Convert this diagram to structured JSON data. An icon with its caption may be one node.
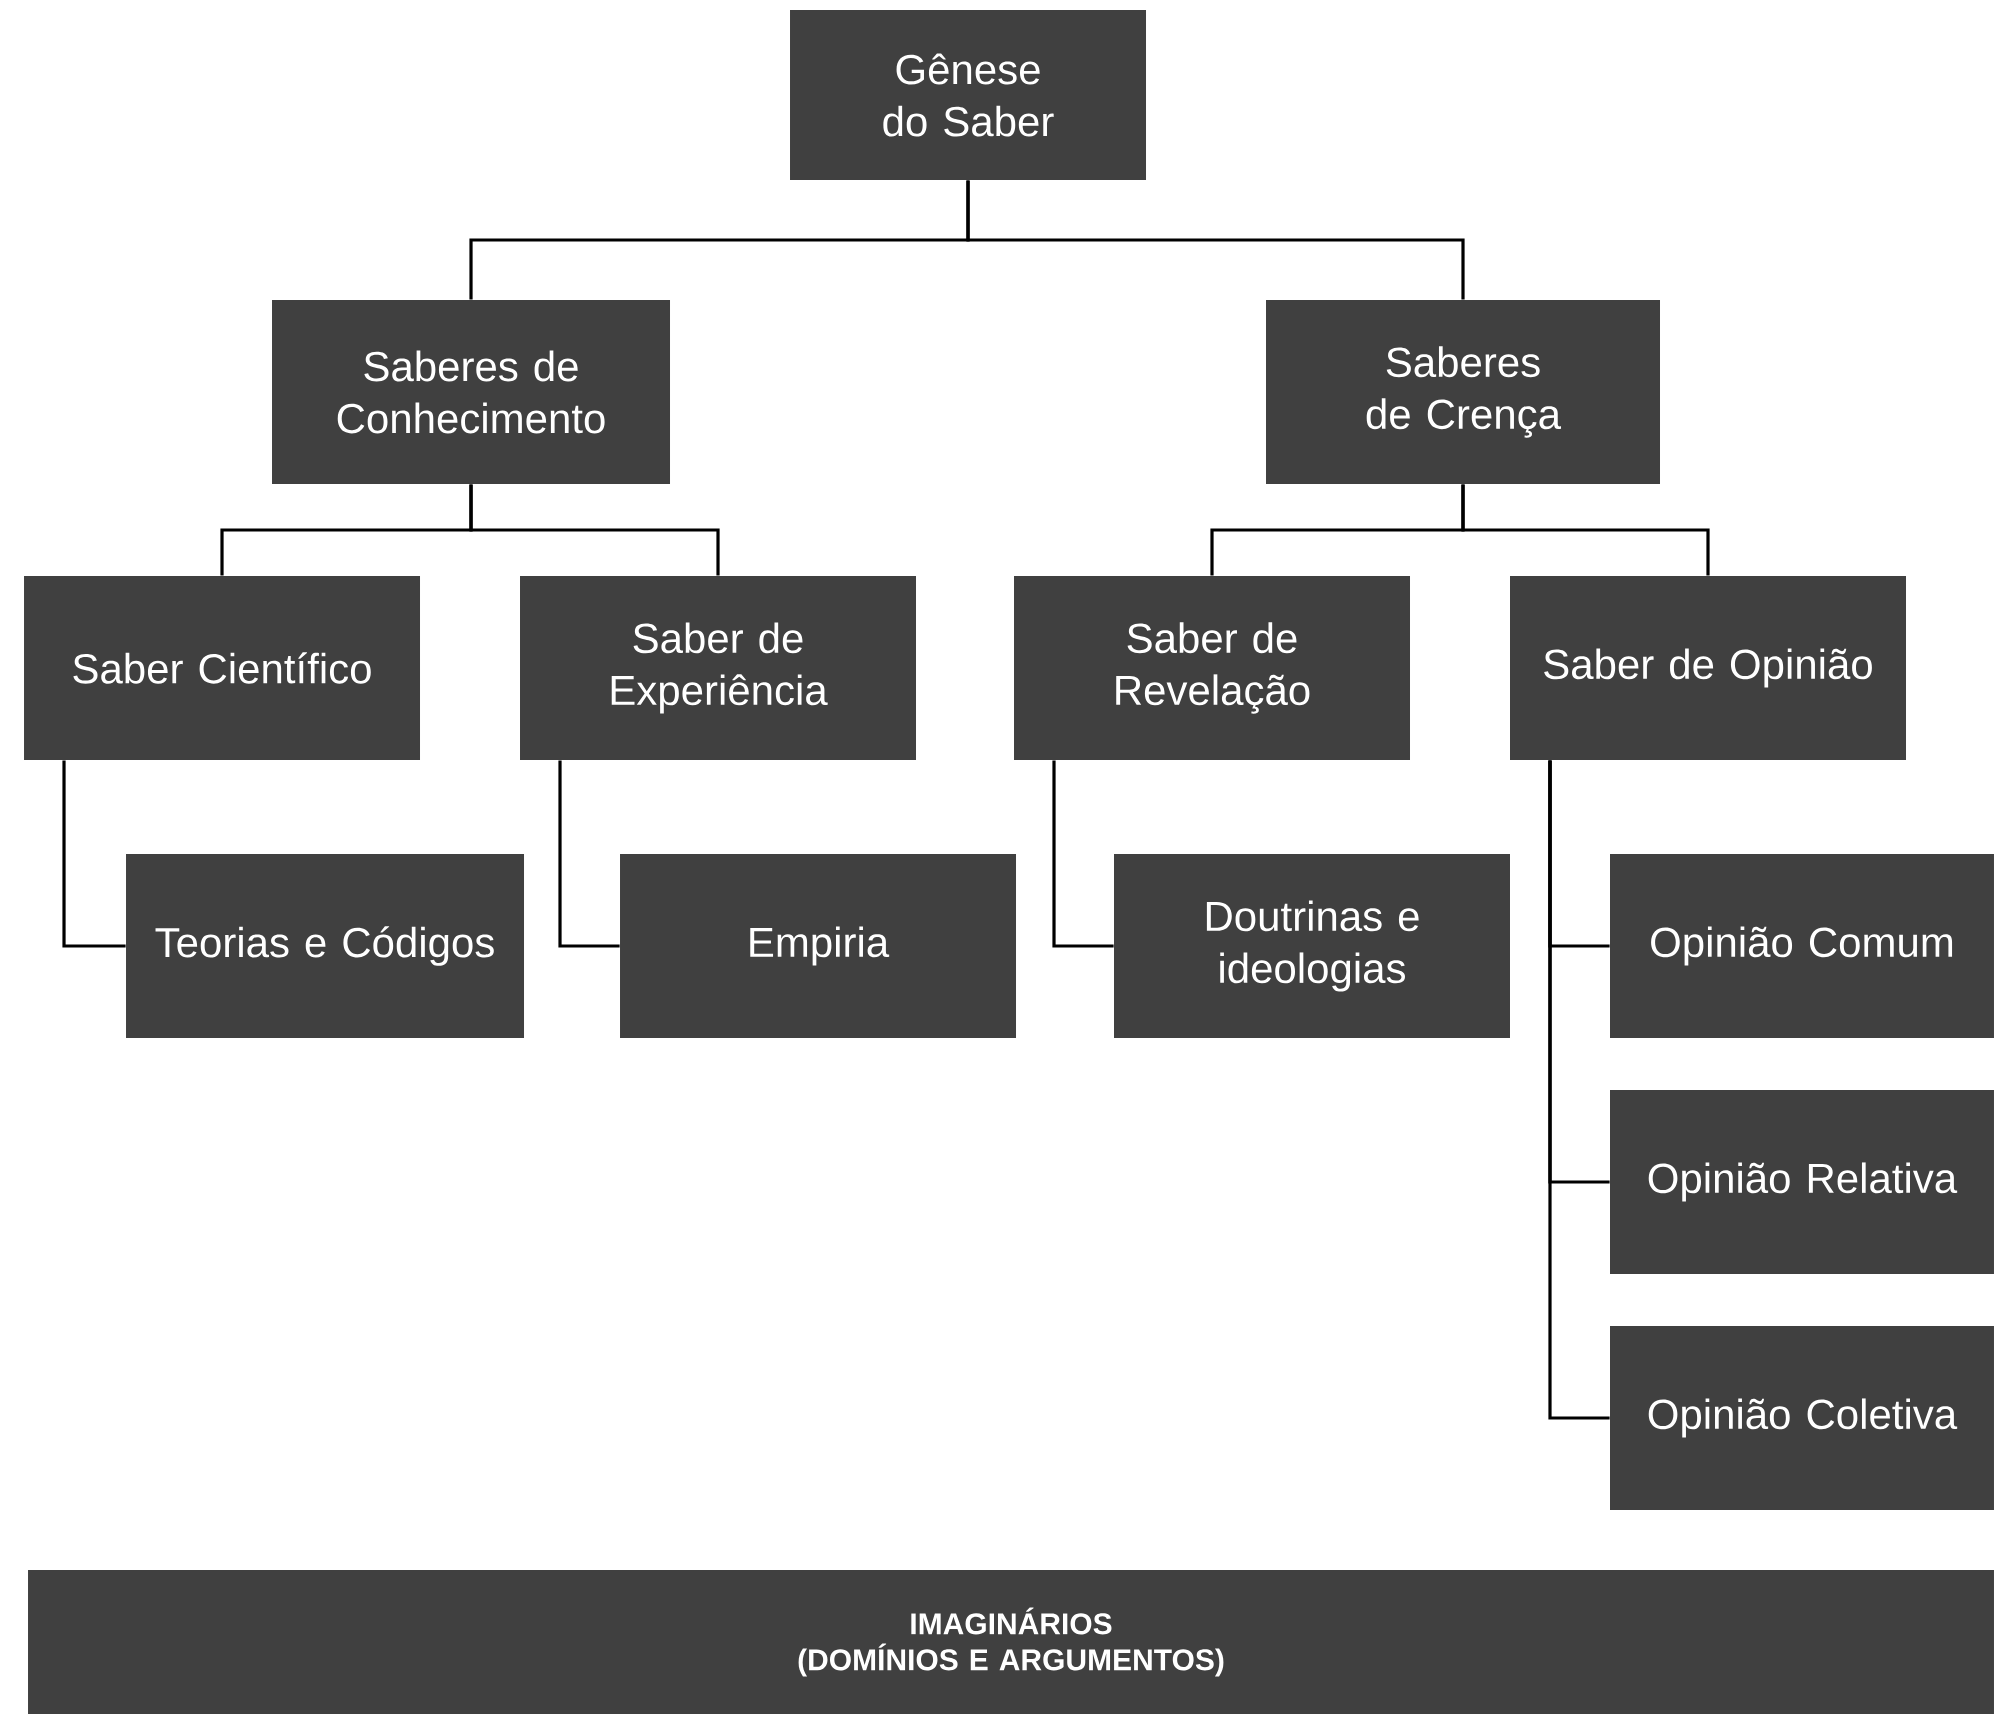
{
  "diagram": {
    "nodes": [
      {
        "text": [
          "Gênese do Saber"
        ]
      },
      {
        "text": [
          "Saberes de Conhecimento"
        ]
      },
      {
        "text": [
          "Saberes de Crença"
        ]
      },
      {
        "text": [
          "Saber Científico"
        ]
      },
      {
        "text": [
          "Saber de Experiência"
        ]
      },
      {
        "text": [
          "Saber de Revelação"
        ]
      },
      {
        "text": [
          "Saber de Opinião"
        ]
      },
      {
        "text": [
          "Teorias e Códigos"
        ]
      },
      {
        "text": [
          "Empiria"
        ]
      },
      {
        "text": [
          "Doutrinas e ideologias"
        ]
      },
      {
        "text": [
          "Opinião Comum"
        ]
      },
      {
        "text": [
          "Opinião Relativa"
        ]
      },
      {
        "text": [
          "Opinião Coletiva"
        ]
      },
      {
        "text": [
          "IMAGINÁRIOS",
          "(DOMÍNIOS E ARGUMENTOS)"
        ]
      }
    ],
    "edges": [
      {
        "from": 0,
        "to": 1,
        "arrow": "none"
      },
      {
        "from": 0,
        "to": 2,
        "arrow": "none"
      },
      {
        "from": 1,
        "to": 3,
        "arrow": "none"
      },
      {
        "from": 1,
        "to": 4,
        "arrow": "none"
      },
      {
        "from": 2,
        "to": 5,
        "arrow": "none"
      },
      {
        "from": 2,
        "to": 6,
        "arrow": "none"
      },
      {
        "from": 3,
        "to": 7,
        "arrow": "none"
      },
      {
        "from": 4,
        "to": 8,
        "arrow": "none"
      },
      {
        "from": 5,
        "to": 9,
        "arrow": "none"
      },
      {
        "from": 6,
        "to": 10,
        "arrow": "none"
      },
      {
        "from": 6,
        "to": 11,
        "arrow": "none"
      },
      {
        "from": 6,
        "to": 12,
        "arrow": "none"
      }
    ]
  }
}
